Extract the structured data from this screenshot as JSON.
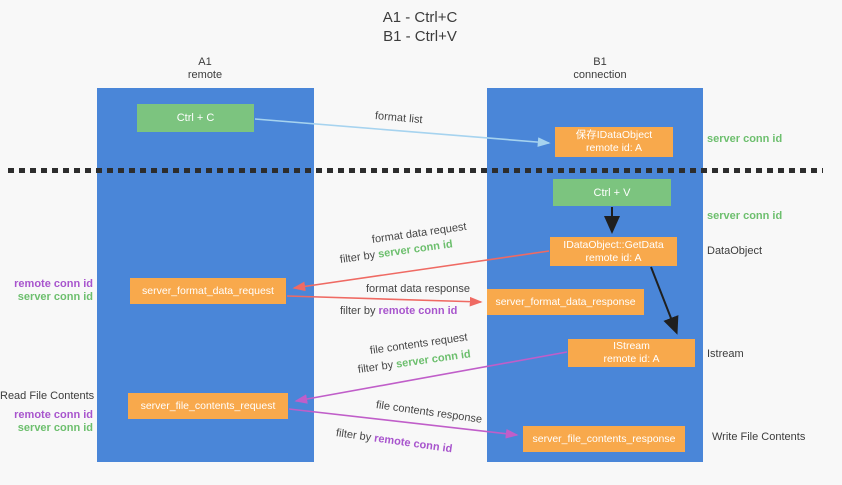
{
  "title": {
    "line1": "A1 - Ctrl+C",
    "line2": "B1 - Ctrl+V"
  },
  "columns": {
    "left": {
      "id": "A1",
      "role": "remote"
    },
    "right": {
      "id": "B1",
      "role": "connection"
    }
  },
  "nodes": {
    "ctrl_c": {
      "label": "Ctrl + C"
    },
    "ctrl_v": {
      "label": "Ctrl + V"
    },
    "save_dataobject": {
      "line1": "保存IDataObject",
      "line2": "remote id: A"
    },
    "getdata": {
      "line1": "IDataObject::GetData",
      "line2": "remote id: A"
    },
    "istream": {
      "line1": "IStream",
      "line2": "remote id: A"
    },
    "server_format_data_request": {
      "label": "server_format_data_request"
    },
    "server_format_data_response": {
      "label": "server_format_data_response"
    },
    "server_file_contents_request": {
      "label": "server_file_contents_request"
    },
    "server_file_contents_response": {
      "label": "server_file_contents_response"
    }
  },
  "arrow_labels": {
    "format_list": "format list",
    "format_data_request": "format data request",
    "format_data_response": "format data response",
    "file_contents_request": "file contents request",
    "file_contents_response": "file contents response",
    "filter_by": "filter by"
  },
  "annotations": {
    "server_conn_id": "server conn id",
    "remote_conn_id": "remote conn id",
    "dataobject": "DataObject",
    "istream": "Istream",
    "read_file_contents": "Read File Contents",
    "write_file_contents": "Write File Contents"
  },
  "colors": {
    "lane_blue": "#4a86d8",
    "node_green": "#7cc47f",
    "node_orange": "#f8a94c",
    "arrow_light_blue": "#a6d3ef",
    "arrow_red": "#ef6a63",
    "arrow_magenta": "#c05ec9",
    "arrow_black": "#1f1f1f",
    "conn_id_green": "#6dbf6e",
    "conn_id_purple": "#a855cd",
    "background": "#f8f8f8"
  }
}
